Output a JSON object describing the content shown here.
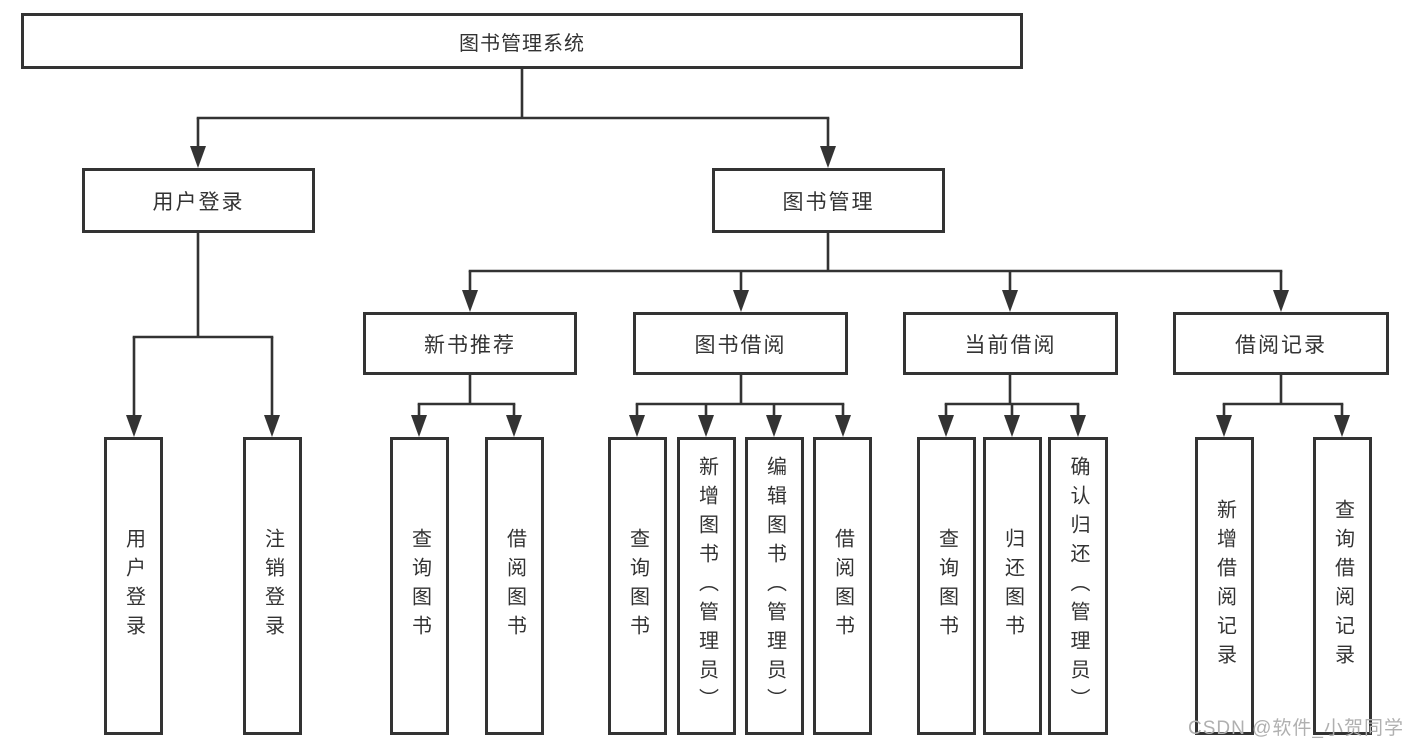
{
  "colors": {
    "line": "#333333",
    "box_border": "#333333",
    "text": "#333333",
    "watermark": "#b0b0b0",
    "background": "#ffffff"
  },
  "nodes": {
    "root": {
      "label": "图书管理系统"
    },
    "user_login": {
      "label": "用户登录"
    },
    "book_mgmt": {
      "label": "图书管理"
    },
    "new_book_rec": {
      "label": "新书推荐"
    },
    "book_borrow": {
      "label": "图书借阅"
    },
    "current_borrow": {
      "label": "当前借阅"
    },
    "borrow_records": {
      "label": "借阅记录"
    },
    "leaf_user_login": {
      "label": "用户登录"
    },
    "leaf_logout": {
      "label": "注销登录"
    },
    "leaf_query_book_rec": {
      "label": "查询图书"
    },
    "leaf_borrow_book_rec": {
      "label": "借阅图书"
    },
    "leaf_query_book_borrow": {
      "label": "查询图书"
    },
    "leaf_add_book": {
      "label": "新增图书（管理员）"
    },
    "leaf_edit_book": {
      "label": "编辑图书（管理员）"
    },
    "leaf_borrow_book_borrow": {
      "label": "借阅图书"
    },
    "leaf_query_book_current": {
      "label": "查询图书"
    },
    "leaf_return_book": {
      "label": "归还图书"
    },
    "leaf_confirm_return": {
      "label": "确认归还（管理员）"
    },
    "leaf_add_borrow_record": {
      "label": "新增借阅记录"
    },
    "leaf_query_borrow_record": {
      "label": "查询借阅记录"
    }
  },
  "hierarchy": {
    "图书管理系统": [
      "用户登录",
      "图书管理"
    ],
    "用户登录": [
      "用户登录",
      "注销登录"
    ],
    "图书管理": [
      "新书推荐",
      "图书借阅",
      "当前借阅",
      "借阅记录"
    ],
    "新书推荐": [
      "查询图书",
      "借阅图书"
    ],
    "图书借阅": [
      "查询图书",
      "新增图书（管理员）",
      "编辑图书（管理员）",
      "借阅图书"
    ],
    "当前借阅": [
      "查询图书",
      "归还图书",
      "确认归还（管理员）"
    ],
    "借阅记录": [
      "新增借阅记录",
      "查询借阅记录"
    ]
  },
  "watermark": {
    "text": "CSDN @软件_小贺同学"
  }
}
